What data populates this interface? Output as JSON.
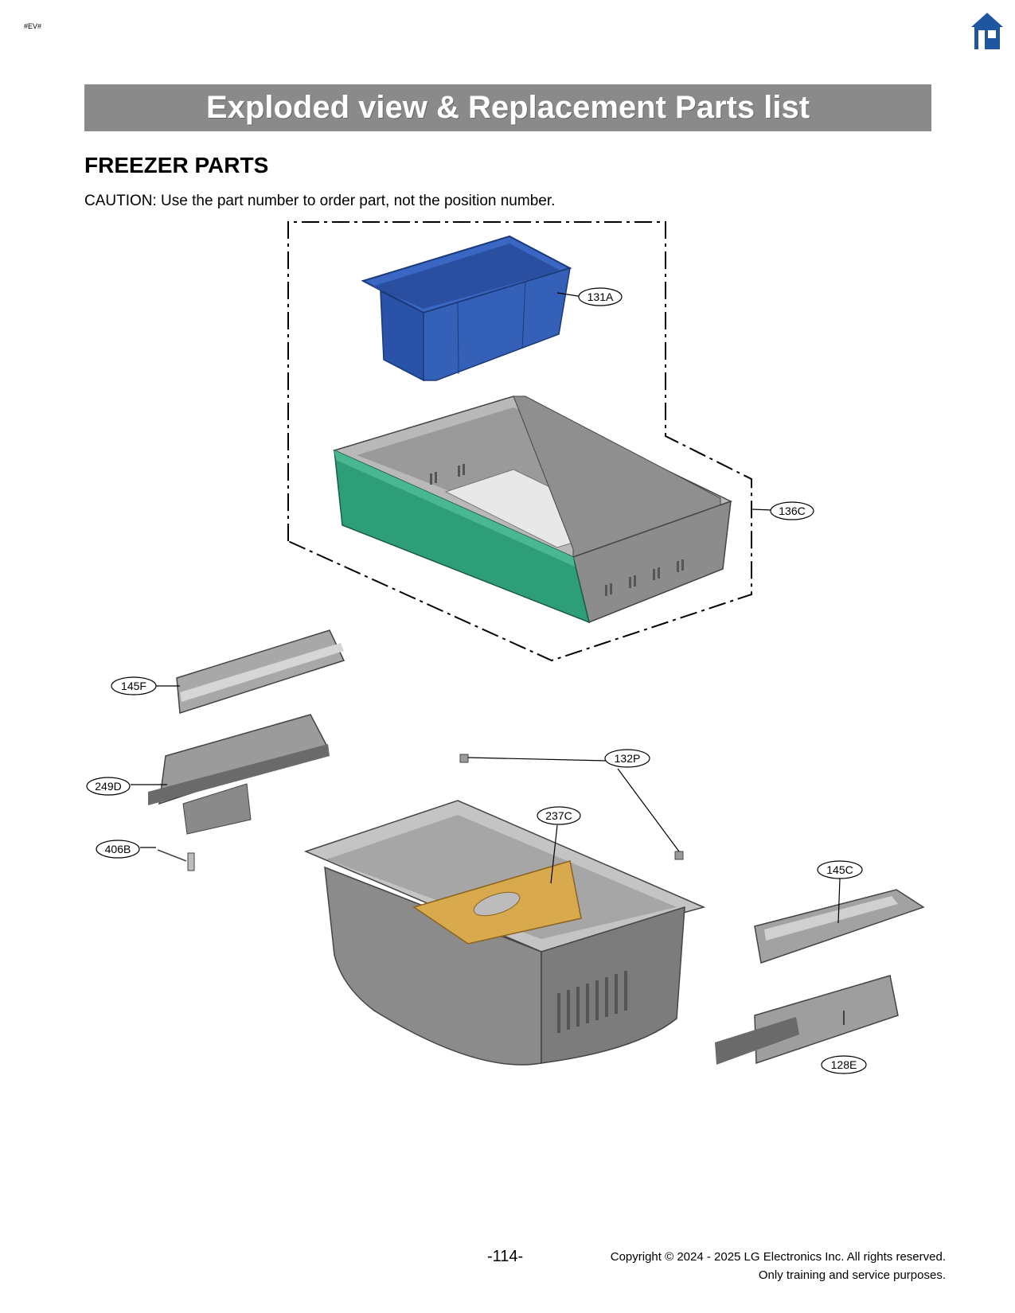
{
  "header": {
    "tag": "#EV#",
    "home_icon": "home-icon",
    "banner_title": "Exploded view & Replacement Parts list"
  },
  "section": {
    "title": "FREEZER PARTS",
    "caution": "CAUTION: Use the part number to order part, not the position number."
  },
  "callouts": {
    "c131A": "131A",
    "c136C": "136C",
    "c145F": "145F",
    "c249D": "249D",
    "c406B": "406B",
    "c132P": "132P",
    "c237C": "237C",
    "c145C": "145C",
    "c128E": "128E"
  },
  "colors": {
    "banner": "#8a8a8a",
    "bin_blue": "#2a52a8",
    "drawer_green": "#2e9e78",
    "divider_tan": "#d9a94e",
    "part_gray": "#8c8c8c",
    "home_blue": "#1e56a0"
  },
  "footer": {
    "page_number": "-114-",
    "copyright_line1": "Copyright © 2024 - 2025 LG Electronics Inc. All rights reserved.",
    "copyright_line2": "Only training and service purposes."
  }
}
